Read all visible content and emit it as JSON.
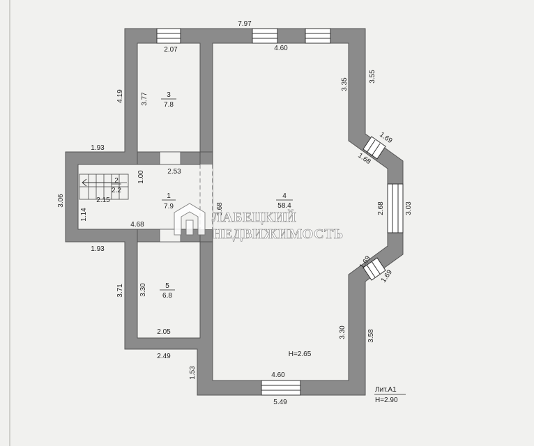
{
  "rooms": [
    {
      "number": "1",
      "area": "7.9"
    },
    {
      "number": "2",
      "area": "2.2"
    },
    {
      "number": "3",
      "area": "7.8"
    },
    {
      "number": "4",
      "area": "58.4"
    },
    {
      "number": "5",
      "area": "6.8"
    }
  ],
  "dimensions": {
    "top_total": "7.97",
    "top_left_room": "2.07",
    "top_main": "4.60",
    "left_upper_outer": "4.19",
    "left_upper_inner": "3.77",
    "right_upper_inner": "3.35",
    "right_upper_outer": "3.55",
    "bay_upper_outer": "1.69",
    "bay_upper_inner": "1.68",
    "bay_front_inner": "2.68",
    "bay_front_outer": "3.03",
    "bay_lower_inner": "1.69",
    "bay_lower_outer": "1.69",
    "stair_top_outer": "1.93",
    "hall_top_inner": "2.53",
    "hall_door_gap": "1.00",
    "stair_left_outer": "3.06",
    "stair_length": "2.15",
    "stair_left_inner": "1.14",
    "hall_bottom_inner": "4.68",
    "main_left_inner": "3.68",
    "stair_bottom_outer": "1.93",
    "left_lower_outer": "3.71",
    "left_lower_inner": "3.30",
    "bottom_left_room": "2.05",
    "bottom_left_outer": "2.49",
    "main_left_lower_outer": "1.53",
    "right_lower_inner": "3.30",
    "right_lower_outer": "3.58",
    "bottom_main_inner": "4.60",
    "bottom_main_outer": "5.49"
  },
  "ceiling_height": "H=2.65",
  "litera": {
    "name": "Лит.А1",
    "height": "H=2.90"
  },
  "watermark": {
    "line1": "ЛАБЕЦКИЙ",
    "line2": "НЕДВИЖИМОСТЬ"
  },
  "colors": {
    "wall": "#8b8b8b",
    "paper": "#f1f1ef",
    "ink": "#222222"
  }
}
